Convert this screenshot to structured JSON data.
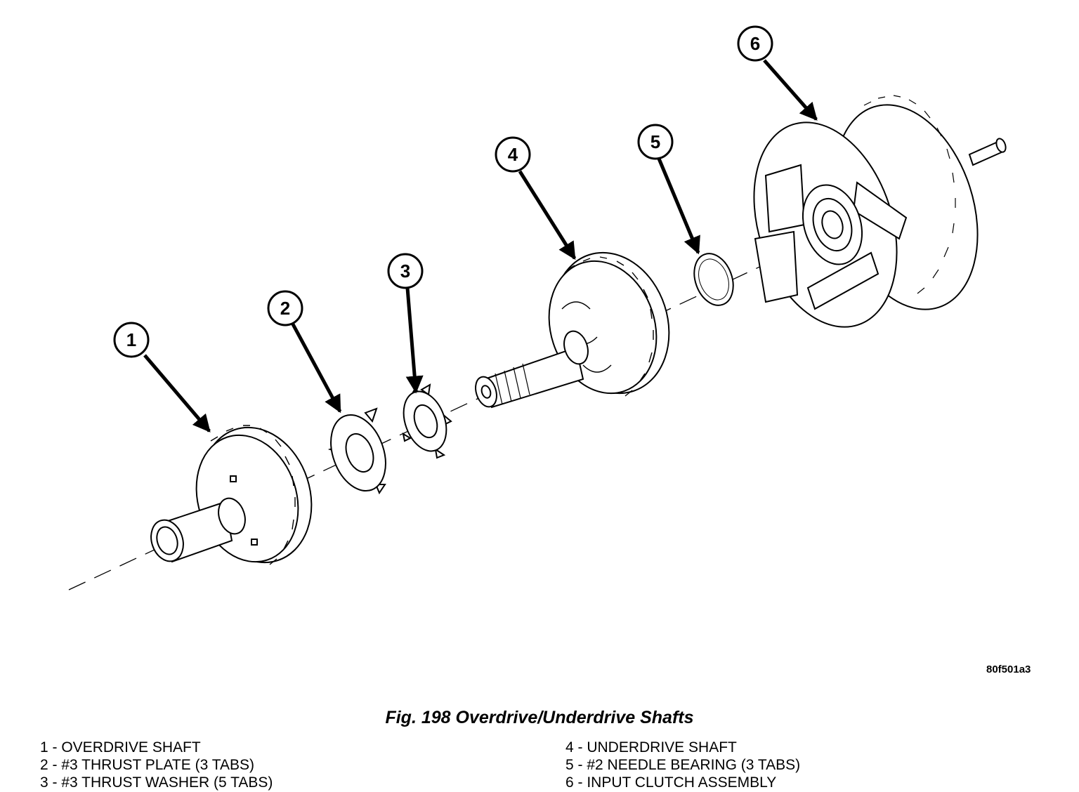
{
  "figure": {
    "ref_code": "80f501a3",
    "title": "Fig. 198 Overdrive/Underdrive Shafts"
  },
  "callouts": [
    "1",
    "2",
    "3",
    "4",
    "5",
    "6"
  ],
  "legend": {
    "left": [
      "1 - OVERDRIVE SHAFT",
      "2 - #3 THRUST PLATE (3 TABS)",
      "3 - #3 THRUST WASHER (5 TABS)"
    ],
    "right": [
      "4 - UNDERDRIVE SHAFT",
      "5 - #2 NEEDLE BEARING (3 TABS)",
      "6 - INPUT CLUTCH ASSEMBLY"
    ]
  }
}
